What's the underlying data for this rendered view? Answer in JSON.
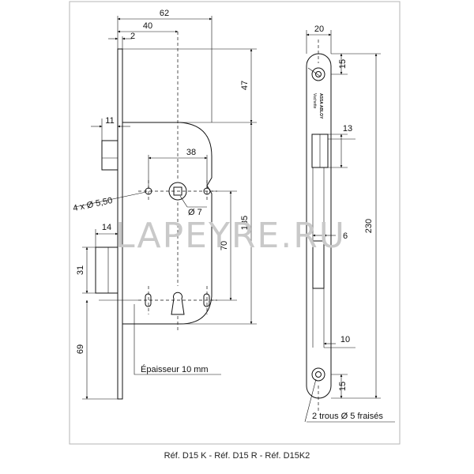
{
  "watermark": "LAPEYRE.RU",
  "reference_line": "Réf. D15 K - Réf. D15 R - Réf. D15K2",
  "front_view": {
    "dimensions": {
      "width_62": "62",
      "width_40": "40",
      "offset_2": "2",
      "height_47": "47",
      "latch_11": "11",
      "spacing_38": "38",
      "holes_note": "4 x Ø 5,50",
      "follower_7": "Ø 7",
      "height_135": "135",
      "height_70": "70",
      "bolt_14": "14",
      "bolt_31": "31",
      "bottom_69": "69"
    },
    "thickness_note": "Épaisseur 10 mm"
  },
  "side_view": {
    "brand_lines": [
      "Vachette",
      "ASSA ABLOY"
    ],
    "dimensions": {
      "width_20": "20",
      "top_15": "15",
      "slot_13": "13",
      "height_230": "230",
      "gap_6": "6",
      "slot_10": "10",
      "bottom_15": "15"
    },
    "screw_note": "2 trous  Ø 5 fraisés"
  }
}
